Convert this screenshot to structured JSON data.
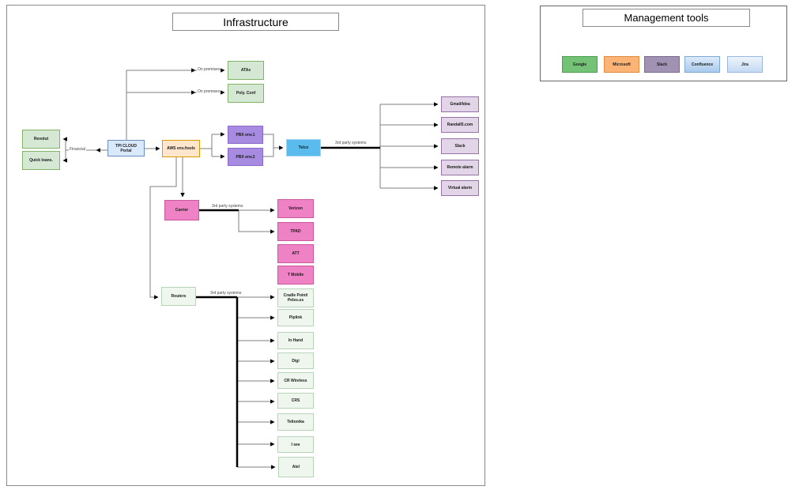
{
  "infrastructure": {
    "title": "Infrastructure",
    "nodes": {
      "revolut": "Revolut",
      "quick_loans": "Quick loans.",
      "tpi_portal": "TPI CLOUD Portal",
      "aws": "AWS env./tools",
      "atas": "ATAs",
      "poly_conf": "Poly. Conf",
      "pbx_env_1": "PBX env.1",
      "pbx_env_2": "PBX env.2",
      "telco": "Telco",
      "gmail_idea": "Gmail/Idea",
      "randall5": "Randall5.com",
      "slack": "Slack",
      "remote_alarm": "Remote alarm",
      "virtual_alarm": "Virtual alarm",
      "carrier": "Carrier",
      "verizon": "Verizon",
      "tpad": "TPAD",
      "att": "ATT",
      "t_mobile": "T Mobile",
      "routers": "Routers",
      "cradle_point": "Cradle Point/ Peles.us",
      "piplink": "Piplink",
      "in_hand": "In Hand",
      "digi": "Digi",
      "cr_wireless": "CR Wireless",
      "crs": "CRS",
      "teltonika": "Teltonika",
      "i_see": "I see",
      "atel": "Atel"
    },
    "edge_labels": {
      "financial": "Financial",
      "on_premises_top": "On premises",
      "on_premises_bottom": "On premises",
      "telco_third_party": "3rd party systems",
      "carrier_third_party": "3rd party systems",
      "routers_third_party": "3rd party systems"
    }
  },
  "management_tools": {
    "title": "Management tools",
    "items": [
      {
        "label": "Google",
        "color": "#74c276"
      },
      {
        "label": "Microsoft",
        "color": "#fbb376"
      },
      {
        "label": "Slack",
        "color": "#a191b3"
      },
      {
        "label": "Confluence",
        "color": "#a9caec"
      },
      {
        "label": "Jira",
        "color": "#c4daf2"
      }
    ]
  },
  "colors": {
    "green_box": "#d5e8d4",
    "green_border": "#82b366",
    "pale_green_box": "#eef6ee",
    "blue_box": "#dae8fc",
    "orange_box": "#ffe6cc",
    "purple_box": "#a68be0",
    "telco_box": "#5abced",
    "pink_box": "#ee82c5",
    "lavender_box": "#e1d5e7"
  }
}
